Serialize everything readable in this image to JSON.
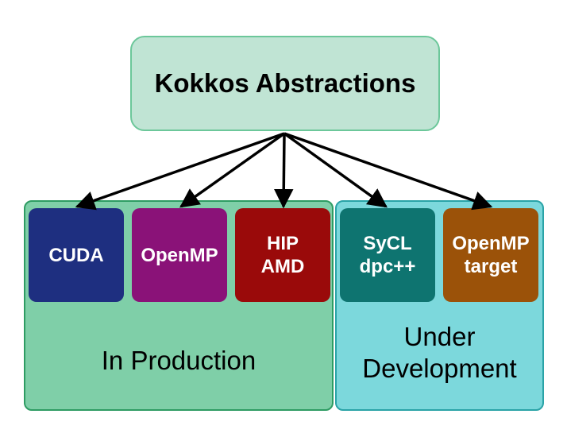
{
  "root": {
    "label": "Kokkos Abstractions"
  },
  "groups": {
    "production": {
      "label": "In Production",
      "color": "#7fcfa8",
      "backends": [
        {
          "label": "CUDA",
          "color": "#1e2f80"
        },
        {
          "label": "OpenMP",
          "color": "#8a1278"
        },
        {
          "label": "HIP\nAMD",
          "color": "#9a0a0a"
        }
      ]
    },
    "development": {
      "label": "Under\nDevelopment",
      "color": "#7cd8dc",
      "backends": [
        {
          "label": "SyCL\ndpc++",
          "color": "#0e7470"
        },
        {
          "label": "OpenMP\ntarget",
          "color": "#9b5209"
        }
      ]
    }
  }
}
